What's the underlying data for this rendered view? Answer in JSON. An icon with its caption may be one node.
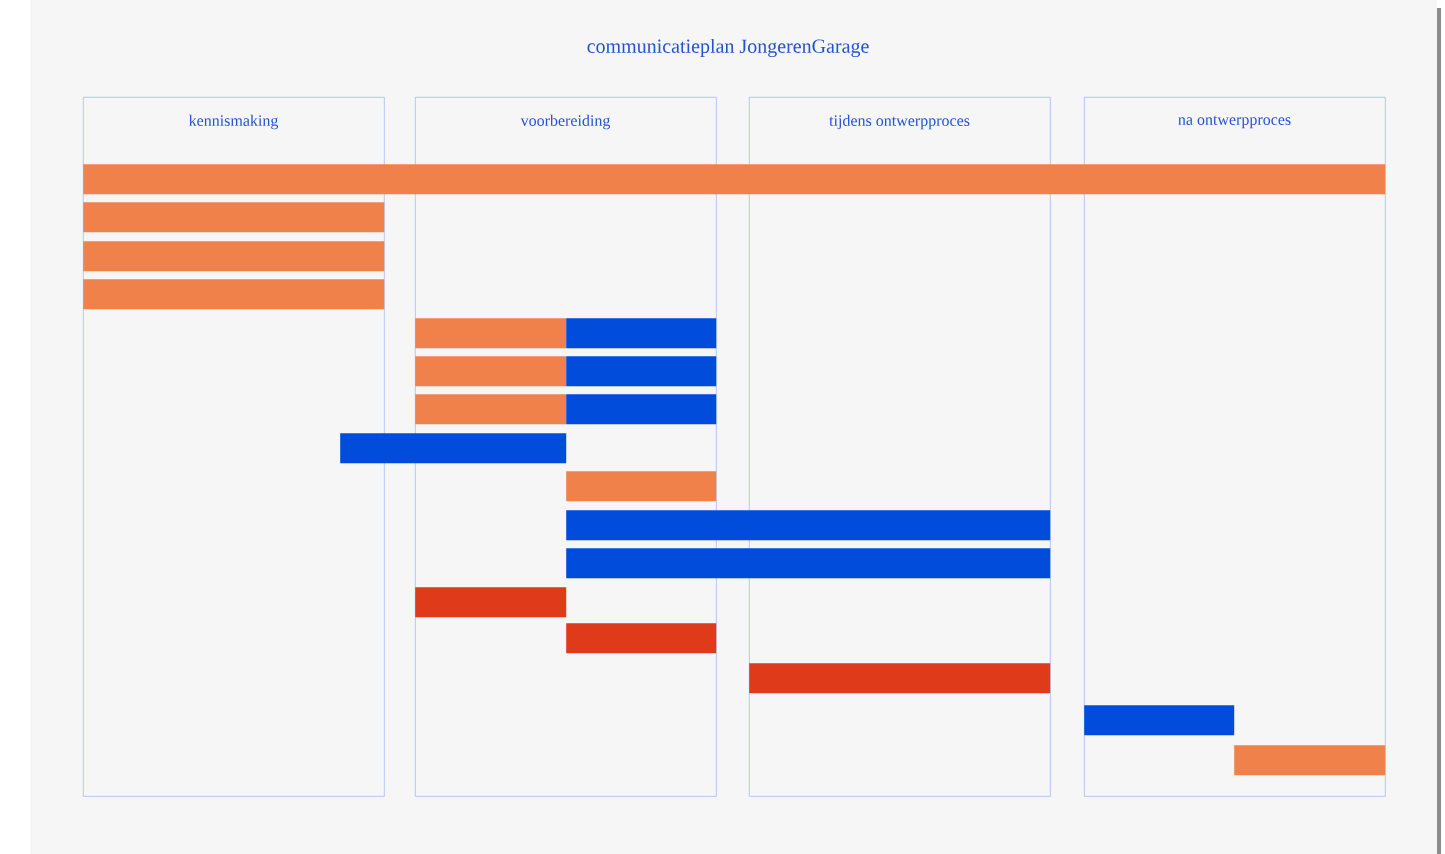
{
  "diagram": {
    "title": "communicatieplan JongerenGarage",
    "nodes": [
      {
        "text": [
          "kennismaking"
        ]
      },
      {
        "text": [
          "voorbereiding"
        ]
      },
      {
        "text": [
          "tijdens ontwerpproces"
        ]
      },
      {
        "text": [
          "na ontwerpproces"
        ]
      },
      {
        "text": [],
        "shape": "bar"
      },
      {
        "text": [],
        "shape": "bar",
        "in": 0
      },
      {
        "text": [],
        "shape": "bar",
        "in": 0
      },
      {
        "text": [],
        "shape": "bar",
        "in": 0
      },
      {
        "text": [],
        "shape": "bar",
        "in": 1
      },
      {
        "text": [],
        "shape": "bar",
        "in": 1
      },
      {
        "text": [],
        "shape": "bar",
        "in": 1
      },
      {
        "text": [],
        "shape": "bar",
        "in": 1
      },
      {
        "text": [],
        "shape": "bar",
        "in": 1
      },
      {
        "text": [],
        "shape": "bar",
        "in": 1
      },
      {
        "text": [],
        "shape": "bar"
      },
      {
        "text": [],
        "shape": "bar",
        "in": 1
      },
      {
        "text": [],
        "shape": "bar"
      },
      {
        "text": [],
        "shape": "bar"
      },
      {
        "text": [],
        "shape": "bar",
        "in": 1
      },
      {
        "text": [],
        "shape": "bar",
        "in": 1
      },
      {
        "text": [],
        "shape": "bar",
        "in": 2
      },
      {
        "text": [],
        "shape": "bar",
        "in": 3
      },
      {
        "text": [],
        "shape": "bar",
        "in": 3
      }
    ]
  }
}
